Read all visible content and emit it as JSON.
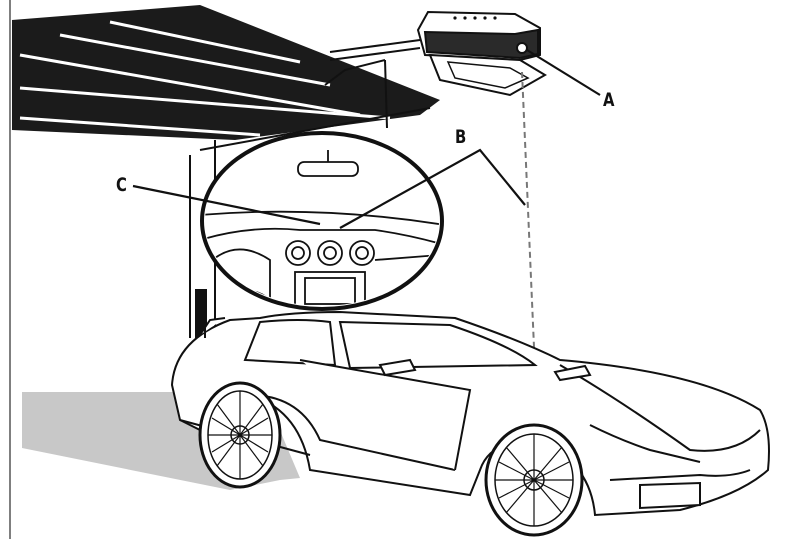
{
  "figure": {
    "callouts": {
      "a": "A",
      "b": "B",
      "c": "C"
    },
    "colors": {
      "ink": "#111111",
      "door_panel": "#1b1b1b",
      "floor_shadow": "#c8c8c8",
      "paper": "#ffffff"
    }
  }
}
